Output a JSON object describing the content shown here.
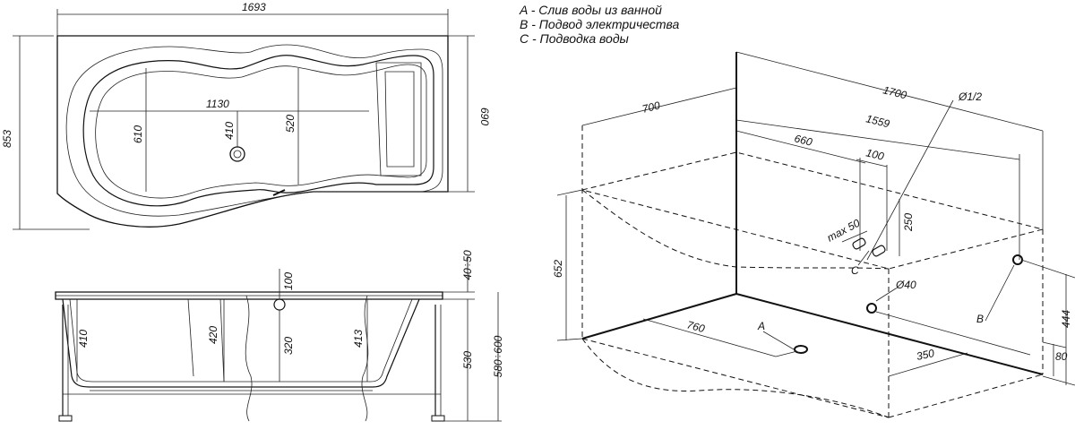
{
  "legend": [
    "A - Слив воды из ванной",
    "B - Подвод электричества",
    "C - Подводка воды"
  ],
  "top_view": {
    "total_length": "1693",
    "total_depth": "853",
    "right_depth": "690",
    "inner_length": "1130",
    "inner_depth_left": "610",
    "drain_offset": "410",
    "inner_depth_mid": "520"
  },
  "side_view": {
    "rim_height": "40÷50",
    "drain_height": "100",
    "depth_left": "410",
    "depth_center": "420",
    "drain_depth": "320",
    "depth_right": "413",
    "height_530": "530",
    "height_total": "580÷600"
  },
  "install_view": {
    "length_full": "1700",
    "length_1559": "1559",
    "width_700": "700",
    "offset_660": "660",
    "gap_100": "100",
    "pipe": "Ø1/2",
    "max_offset": "max 50",
    "height_250": "250",
    "height_652": "652",
    "hole_d": "Ø40",
    "distance_760": "760",
    "distance_350": "350",
    "height_444": "444",
    "height_80": "80",
    "label_a": "A",
    "label_b": "B",
    "label_c": "C"
  }
}
